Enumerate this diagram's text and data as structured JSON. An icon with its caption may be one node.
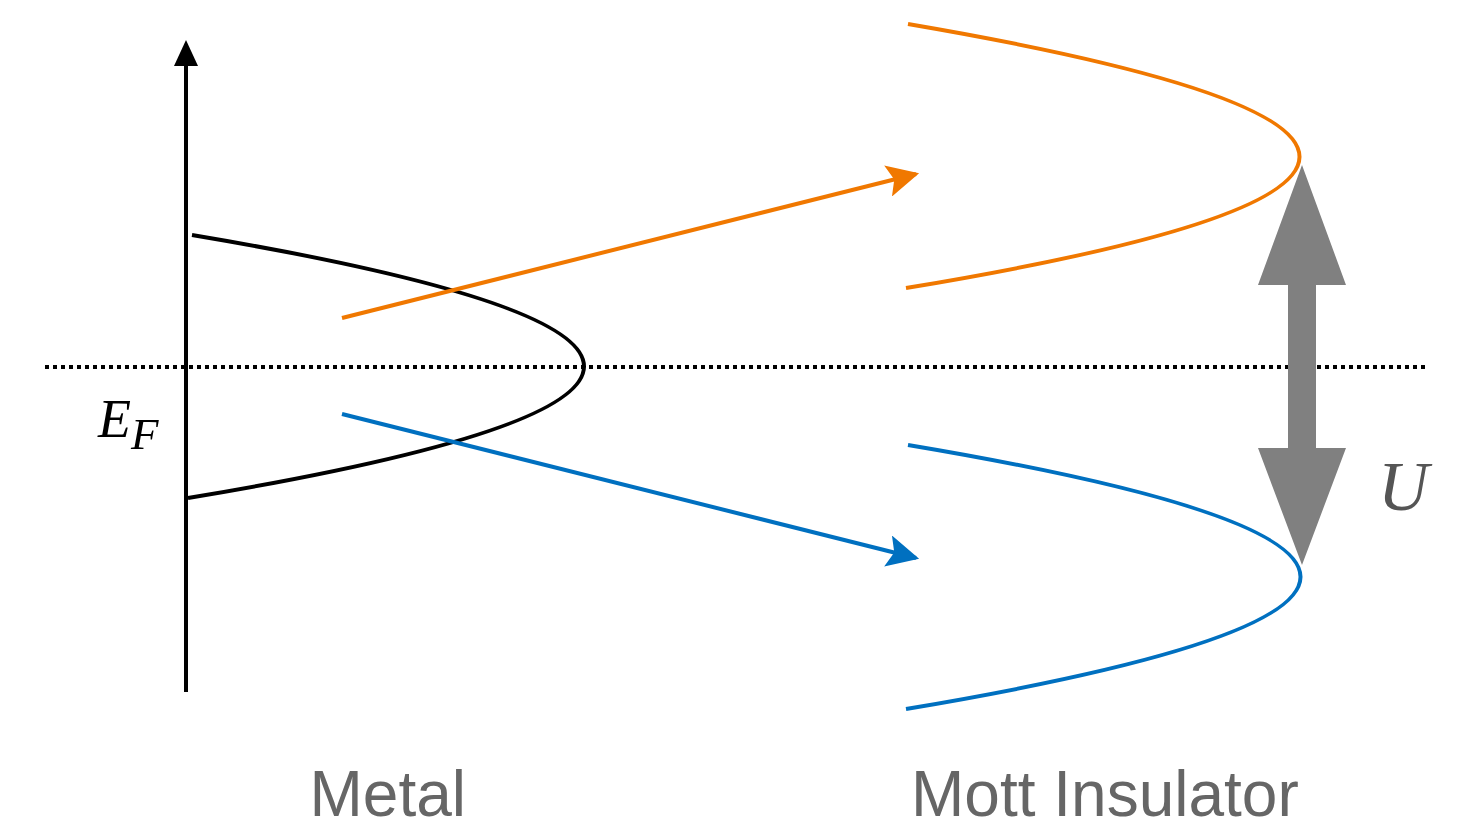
{
  "diagram": {
    "nodes": [
      {
        "text": [],
        "shape": "curve"
      },
      {
        "text": [],
        "shape": "curve"
      },
      {
        "text": [],
        "shape": "curve"
      }
    ],
    "edges": [
      {
        "from": 0,
        "to": 1,
        "arrow": "to",
        "color": "#f07800"
      },
      {
        "from": 0,
        "to": 2,
        "arrow": "to",
        "color": "#0070c0"
      },
      {
        "from": 1,
        "to": 2,
        "arrow": "both",
        "style": "thick",
        "color": "#808080",
        "label": "U"
      }
    ],
    "labels": [
      "E$_{F}$",
      "Metal",
      "Mott Insulator"
    ]
  }
}
